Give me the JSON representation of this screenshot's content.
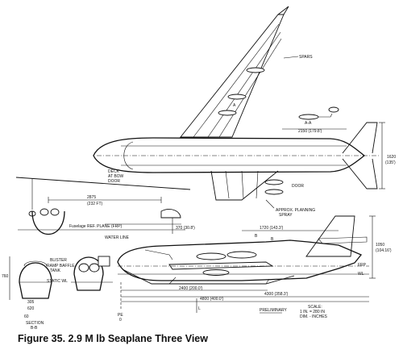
{
  "caption": "Figure 35. 2.9 M lb Seaplane Three View",
  "labels": {
    "spars": "SPARS",
    "aa": "A-A",
    "a_mark": "A",
    "dim_2150": "2150 (179.8')",
    "dim_1620": "1620",
    "dim_1620_ft": "(135')",
    "deck": "DECK",
    "at_bow": "AT BOW",
    "door_left": "DOOR",
    "door_right": "DOOR",
    "approx": "APPROX. PLANNING",
    "spray": "SPRAY",
    "dim_2875": "2875",
    "dim_2875_ft": "(232 FT)",
    "fuselage_ref": "Fuselage REF. PLANE (FRP)",
    "dim_370": "370 (30.8')",
    "water_line": "WATER LINE",
    "dim_1720": "1720 (143.3')",
    "dim_1050": "1050",
    "dim_1050_ft": "(104.16')",
    "frp_right": "FRP",
    "wl_right": "WL",
    "dim_2400": "2400 (200.0')",
    "dim_4300": "4300 (358.3')",
    "dim_4800": "4800 (400.0')",
    "pe": "PE",
    "pe_zero": "0",
    "preliminary": "PRELIMINARY",
    "scale": "SCALE:",
    "scale_ratio": "1 IN. = 280 IN",
    "dim_units": "DIM. - INCHES",
    "section": "SECTION",
    "section_bb": "B-B",
    "b_mark_top": "B",
    "b_mark_bottom": "B",
    "l_mark": "L",
    "blister": "BLISTER",
    "ramp_baffle": "RAMP BAFFLE",
    "tank": "TANK",
    "static_wl": "STATIC WL",
    "dim_760": "760",
    "dim_305": "305",
    "dim_620": "620",
    "dim_60": "60"
  }
}
